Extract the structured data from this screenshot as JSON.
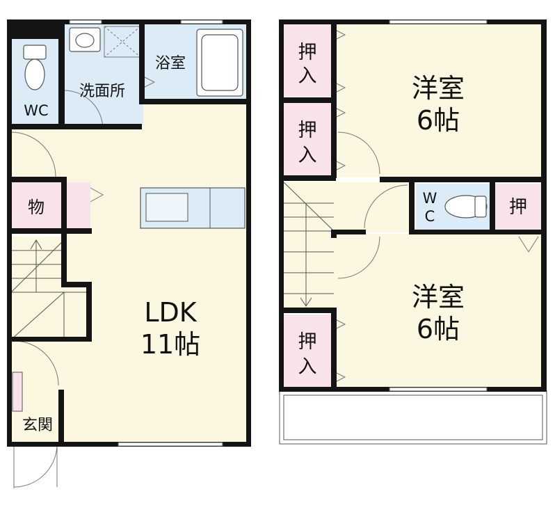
{
  "rooms": {
    "wc1": "WC",
    "washroom": "洗面所",
    "bathroom": "浴室",
    "storage": "物",
    "entrance": "玄関",
    "ldk": "LDK",
    "ldk_size": "11帖",
    "western1": "洋室",
    "western1_size": "6帖",
    "western2": "洋室",
    "western2_size": "6帖",
    "wc2_top": "W",
    "wc2_bottom": "C",
    "closet_small": "押",
    "closet1_top": "押",
    "closet1_bottom": "入",
    "closet2_top": "押",
    "closet2_bottom": "入",
    "closet3_top": "押",
    "closet3_bottom": "入"
  },
  "colors": {
    "wall": "#141414",
    "floor_main": "#fbf7e1",
    "floor_wet": "#dcecf7",
    "closet": "#f9e3ea",
    "line": "#555555",
    "white": "#ffffff"
  }
}
